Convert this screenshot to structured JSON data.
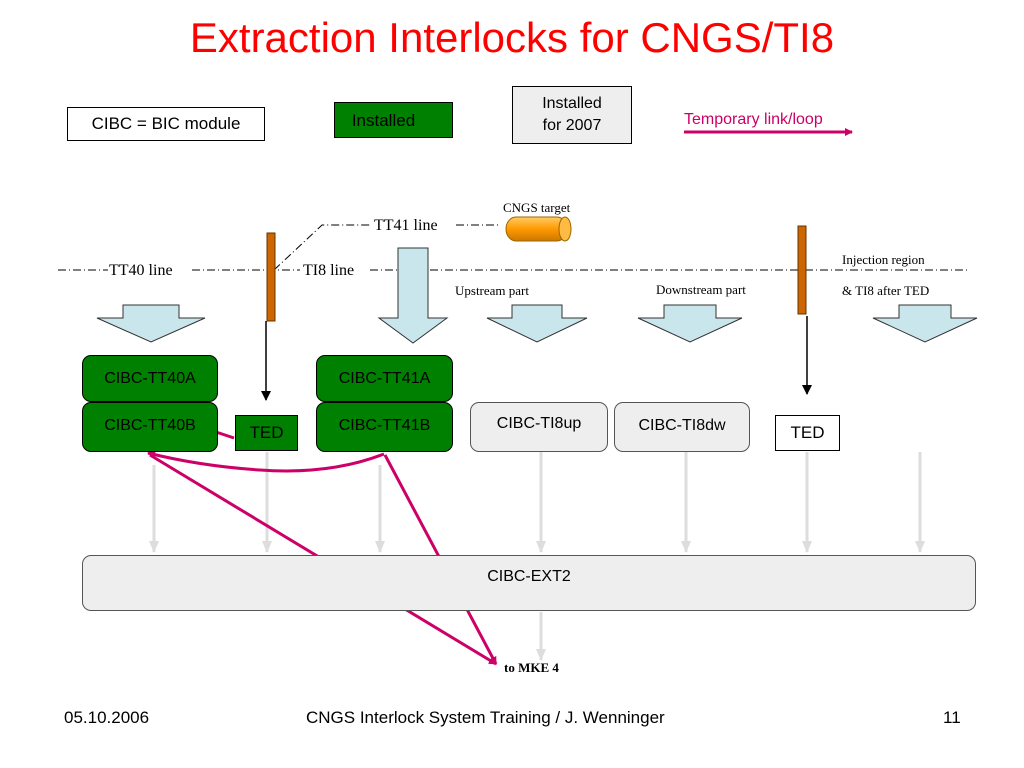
{
  "title": "Extraction Interlocks for CNGS/TI8",
  "legend": {
    "cibc_def": "CIBC = BIC module",
    "installed": "Installed",
    "installed_2007": "Installed for 2007",
    "temporary": "Temporary link/loop"
  },
  "lines": {
    "tt40": "TT40 line",
    "tt41": "TT41 line",
    "ti8": "TI8 line",
    "cngs_target": "CNGS target",
    "upstream": "Upstream part",
    "downstream": "Downstream part",
    "injection_1": "Injection region",
    "injection_2": "& TI8 after TED"
  },
  "modules": {
    "tt40a": "CIBC-TT40A",
    "tt40b": "CIBC-TT40B",
    "tt41a": "CIBC-TT41A",
    "tt41b": "CIBC-TT41B",
    "ti8up": "CIBC-TI8up",
    "ti8dw": "CIBC-TI8dw",
    "ext2": "CIBC-EXT2",
    "ted_left": "TED",
    "ted_right": "TED"
  },
  "to_mke": "to MKE 4",
  "footer": {
    "date": "05.10.2006",
    "center": "CNGS Interlock System Training / J. Wenninger",
    "page": "11"
  },
  "colors": {
    "title": "#ff0000",
    "installed": "#008000",
    "planned": "#eeeeee",
    "temporary_link": "#cc0066",
    "ted_bar": "#cc6600",
    "target": "#ff9900",
    "block_arrow": "#c9e6ec",
    "connector": "#dddddd"
  }
}
